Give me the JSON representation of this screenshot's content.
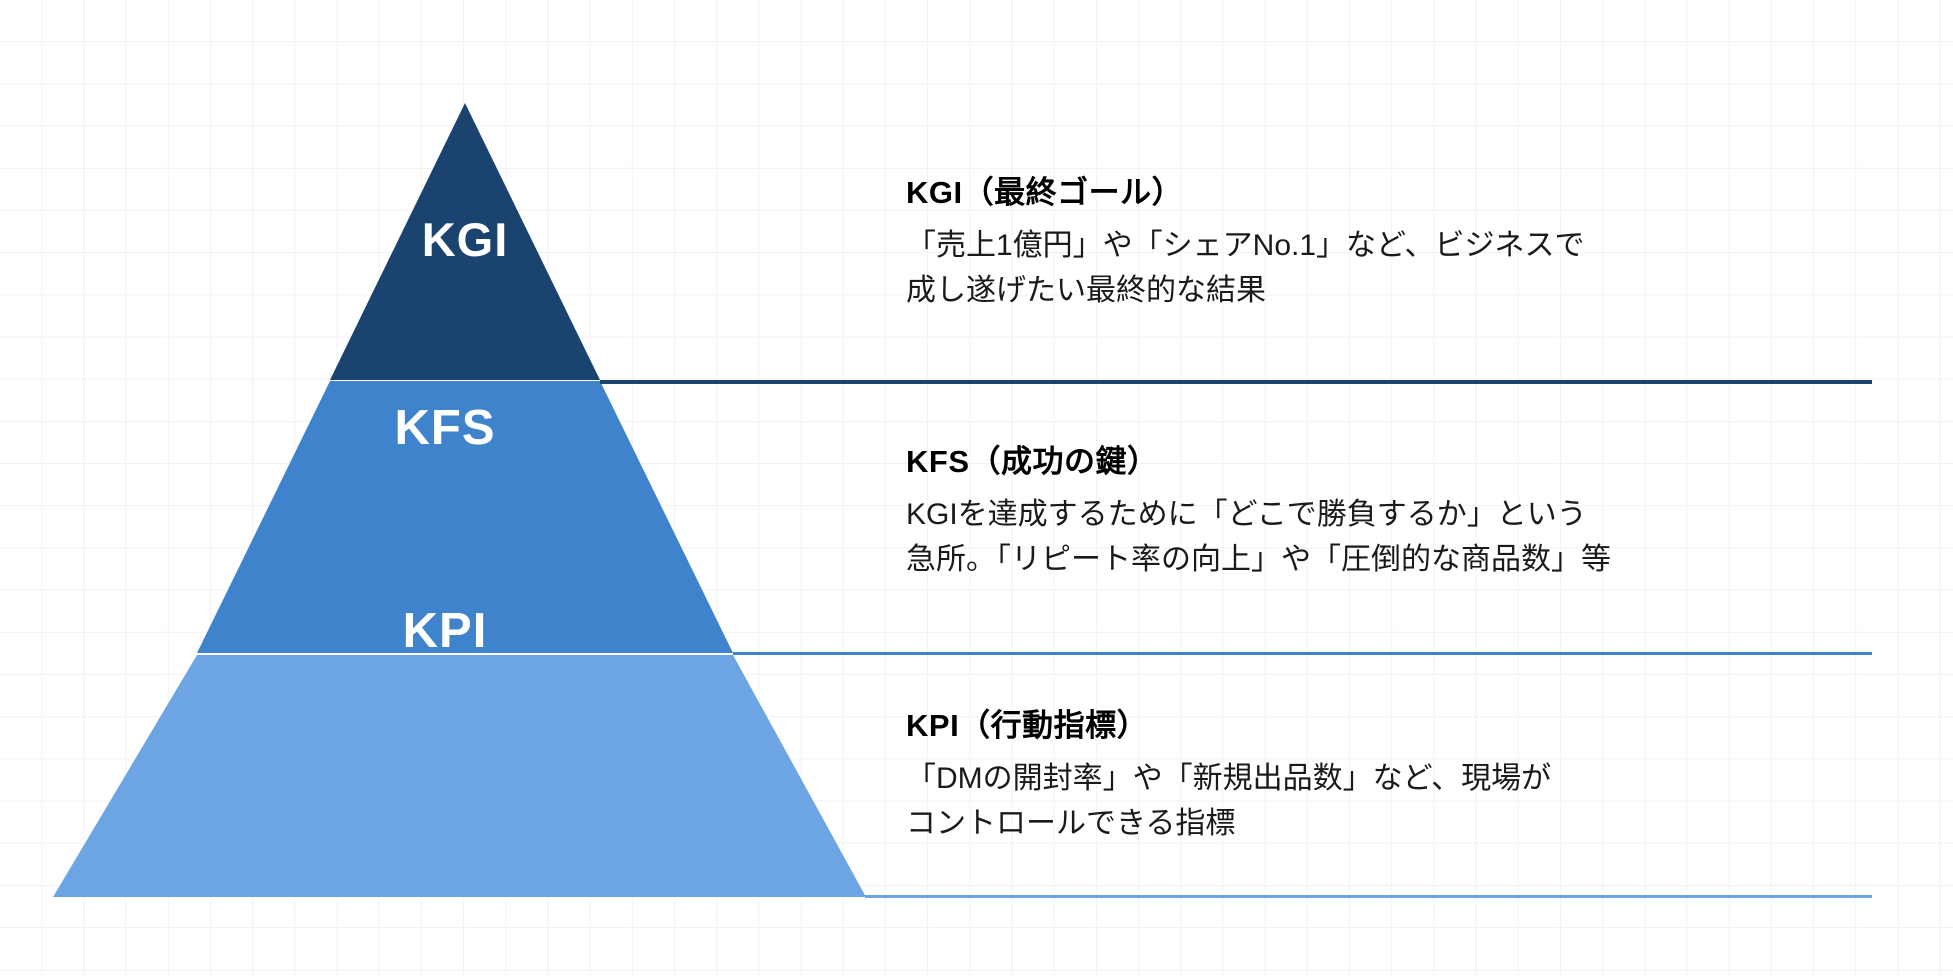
{
  "diagram": {
    "type": "pyramid",
    "title_glyphs": [
      "KGI",
      "KFS",
      "KPI"
    ],
    "tiers": [
      {
        "id": "kgi",
        "label": "KGI",
        "fill": "#1b436f",
        "rule_color": "#1b436f",
        "heading": "KGI（最終ゴール）",
        "lines": [
          "「売上1億円」や「シェアNo.1」など、ビジネスで",
          "成し遂げたい最終的な結果"
        ]
      },
      {
        "id": "kfs",
        "label": "KFS",
        "fill": "#4083cd",
        "rule_color": "#4083cd",
        "heading": "KFS（成功の鍵）",
        "lines": [
          "KGIを達成するために「どこで勝負するか」という",
          "急所。「リピート率の向上」や「圧倒的な商品数」等"
        ]
      },
      {
        "id": "kpi",
        "label": "KPI",
        "fill": "#6da4e4",
        "rule_color": "#6da4e4",
        "heading": "KPI（行動指標）",
        "lines": [
          "「DMの開封率」や「新規出品数」など、現場が",
          "コントロールできる指標"
        ]
      }
    ],
    "colors": {
      "background": "#ffffff",
      "grid_line": "#f1f1f1",
      "label_text": "#ffffff",
      "heading_text": "#000000",
      "body_text": "#1a1a1a"
    }
  }
}
